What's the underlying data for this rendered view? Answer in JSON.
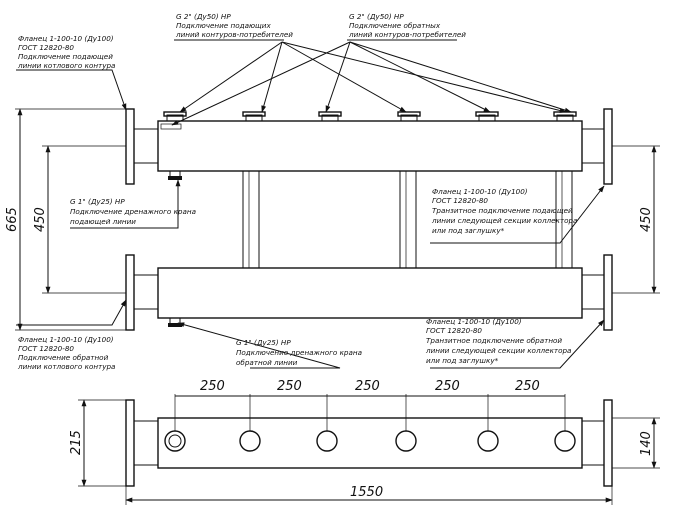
{
  "notes": {
    "top_left": [
      "Фланец 1-100-10 (Ду100)",
      "ГОСТ 12820-80",
      "Подключение подающей",
      "линии котлового контура"
    ],
    "top_supply": [
      "G 2\" (Ду50) НР",
      "Подключение подающих",
      "линий контуров-потребителей"
    ],
    "top_return": [
      "G 2\" (Ду50) НР",
      "Подключение обратных",
      "линий контуров-потребителей"
    ],
    "drain_supply": [
      "G 1\" (Ду25) НР",
      "Подключение дренажного крана",
      "подающей линии"
    ],
    "right_transit_supply": [
      "Фланец 1-100-10 (Ду100)",
      "ГОСТ 12820-80",
      "Транзитное подключение подающей",
      "линии следующей секции коллектора",
      "или под заглушку*"
    ],
    "bottom_left": [
      "Фланец 1-100-10 (Ду100)",
      "ГОСТ 12820-80",
      "Подключение обратной",
      "линии котлового контура"
    ],
    "drain_return": [
      "G 1\" (Ду25) НР",
      "Подключение дренажного крана",
      "обратной линии"
    ],
    "right_transit_return": [
      "Фланец 1-100-10 (Ду100)",
      "ГОСТ 12820-80",
      "Транзитное подключение обратной",
      "линии следующей секции коллектора",
      "или под заглушку*"
    ]
  },
  "dimensions": {
    "height_total": "665",
    "header_spacing_left": "450",
    "header_spacing_right": "450",
    "nozzle_pitch": [
      "250",
      "250",
      "250",
      "250",
      "250"
    ],
    "plan_width": "215",
    "plan_pipe": "140",
    "length_total": "1550"
  }
}
